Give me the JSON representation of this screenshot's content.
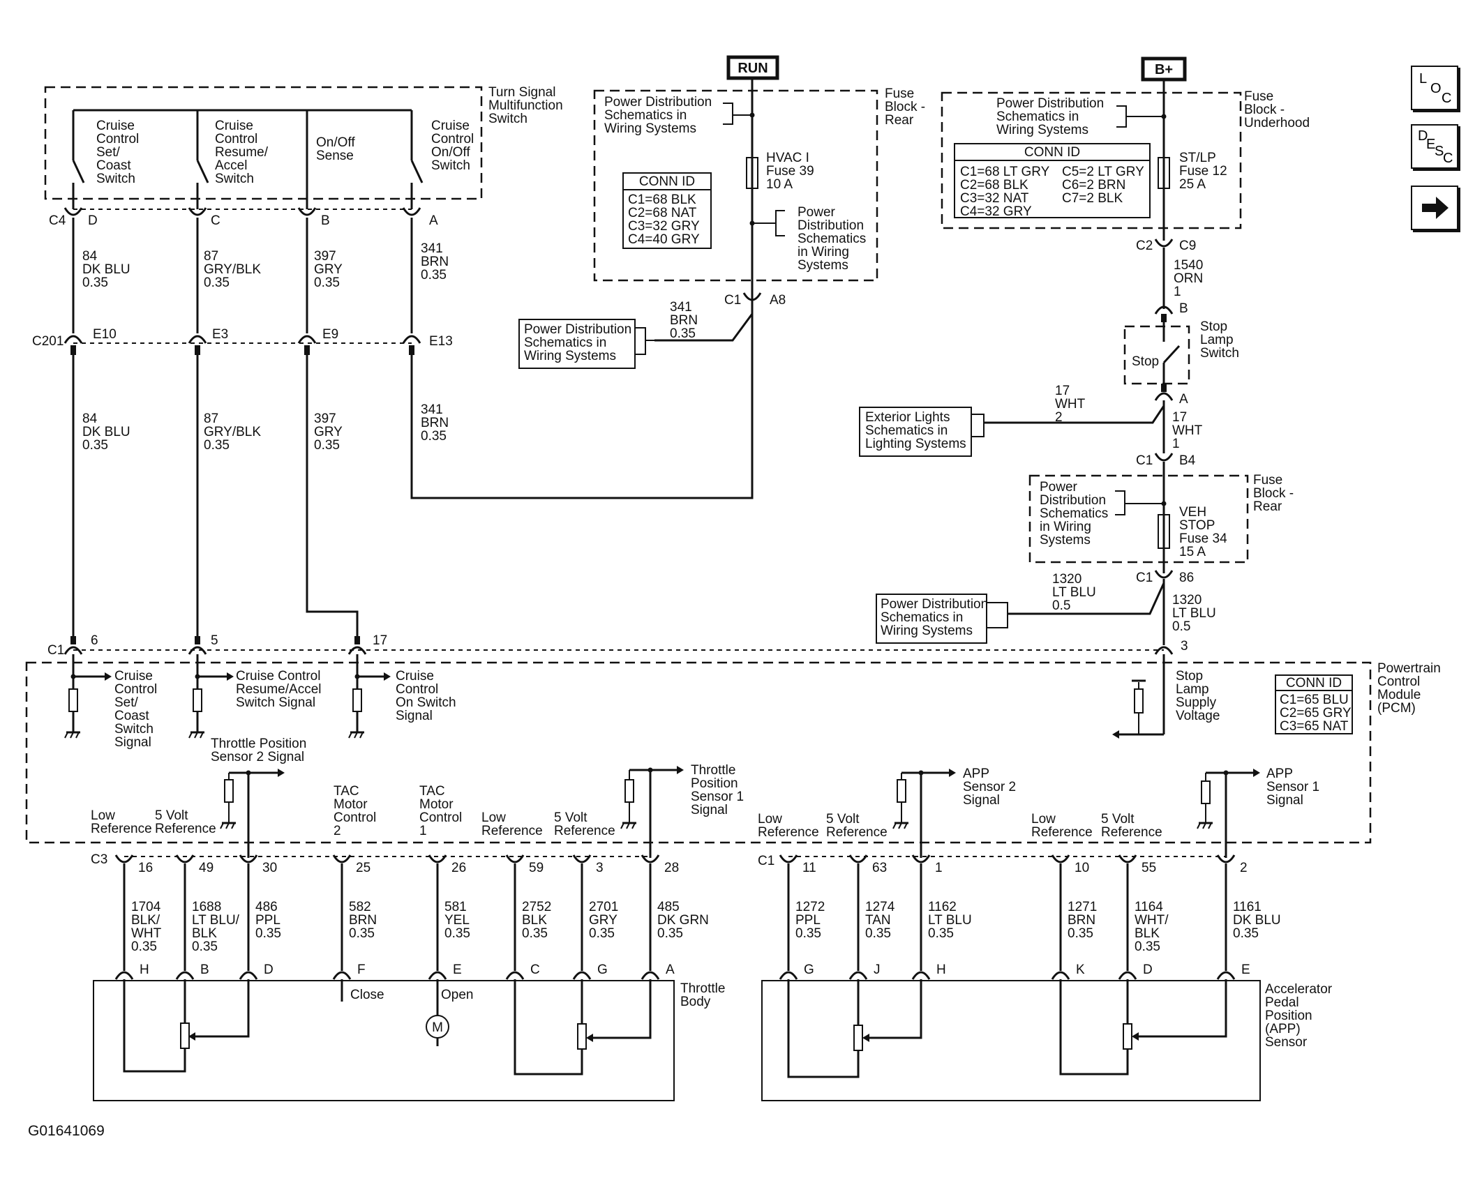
{
  "figure_id": "G01641069",
  "nav": {
    "loc": {
      "l1": "L",
      "l2": "O",
      "l3": "C"
    },
    "desc": {
      "l1": "D",
      "l2": "E",
      "l3": "S",
      "l4": "C"
    },
    "next_icon": "right-arrow-icon"
  },
  "power": {
    "run": "RUN",
    "bplus": "B+"
  },
  "turn_signal": {
    "title": [
      "Turn Signal",
      "Multifunction",
      "Switch"
    ],
    "switches": [
      [
        "Cruise",
        "Control",
        "Set/",
        "Coast",
        "Switch"
      ],
      [
        "Cruise",
        "Control",
        "Resume/",
        "Accel",
        "Switch"
      ],
      [
        "On/Off",
        "Sense"
      ],
      [
        "Cruise",
        "Control",
        "On/Off",
        "Switch"
      ]
    ]
  },
  "connectors": {
    "c4": "C4",
    "c4_pins": [
      "D",
      "C",
      "B",
      "A"
    ],
    "c201": "C201",
    "c201_pins": [
      "E10",
      "E3",
      "E9",
      "E13"
    ],
    "c1_pcm": "C1",
    "c1_pcm_pins": [
      "6",
      "5",
      "17",
      "3"
    ],
    "c3": "C3",
    "c3_pins": [
      "16",
      "49",
      "30",
      "25",
      "26",
      "59",
      "3",
      "28"
    ],
    "c1_app": "C1",
    "c1_app_pins": [
      "11",
      "63",
      "1",
      "10",
      "55",
      "2"
    ],
    "tb_pins": [
      "H",
      "B",
      "D",
      "F",
      "E",
      "C",
      "G",
      "A"
    ],
    "app_pins": [
      "G",
      "J",
      "H",
      "K",
      "D",
      "E"
    ],
    "c1_a8": "C1",
    "a8": "A8",
    "c2_c9": "C2",
    "c9": "C9",
    "stop_b": "B",
    "stop_a": "A",
    "c1_b4": "C1",
    "b4": "B4",
    "c1_86": "C1",
    "p86": "86"
  },
  "wires": {
    "upper": [
      [
        "84",
        "DK BLU",
        "0.35"
      ],
      [
        "87",
        "GRY/BLK",
        "0.35"
      ],
      [
        "397",
        "GRY",
        "0.35"
      ],
      [
        "341",
        "BRN",
        "0.35"
      ]
    ],
    "lower": [
      [
        "84",
        "DK BLU",
        "0.35"
      ],
      [
        "87",
        "GRY/BLK",
        "0.35"
      ],
      [
        "397",
        "GRY",
        "0.35"
      ],
      [
        "341",
        "BRN",
        "0.35"
      ]
    ],
    "run_feed": [
      "341",
      "BRN",
      "0.35"
    ],
    "stop_feed": [
      "1540",
      "ORN",
      "1"
    ],
    "stop_ext": [
      "17",
      "WHT",
      "2"
    ],
    "stop_out": [
      "17",
      "WHT",
      "1"
    ],
    "vehstop_ext": [
      "1320",
      "LT BLU",
      "0.5"
    ],
    "vehstop_out": [
      "1320",
      "LT BLU",
      "0.5"
    ],
    "tb": [
      [
        "1704",
        "BLK/",
        "WHT",
        "0.35"
      ],
      [
        "1688",
        "LT BLU/",
        "BLK",
        "0.35"
      ],
      [
        "486",
        "PPL",
        "0.35"
      ],
      [
        "582",
        "BRN",
        "0.35"
      ],
      [
        "581",
        "YEL",
        "0.35"
      ],
      [
        "2752",
        "BLK",
        "0.35"
      ],
      [
        "2701",
        "GRY",
        "0.35"
      ],
      [
        "485",
        "DK GRN",
        "0.35"
      ]
    ],
    "app": [
      [
        "1272",
        "PPL",
        "0.35"
      ],
      [
        "1274",
        "TAN",
        "0.35"
      ],
      [
        "1162",
        "LT BLU",
        "0.35"
      ],
      [
        "1271",
        "BRN",
        "0.35"
      ],
      [
        "1164",
        "WHT/",
        "BLK",
        "0.35"
      ],
      [
        "1161",
        "DK BLU",
        "0.35"
      ]
    ]
  },
  "fuse_rear": {
    "title": [
      "Fuse",
      "Block -",
      "Rear"
    ],
    "ref": [
      "Power Distribution",
      "Schematics in",
      "Wiring Systems"
    ],
    "fuse": [
      "HVAC I",
      "Fuse 39",
      "10 A"
    ],
    "ref2": [
      "Power",
      "Distribution",
      "Schematics",
      "in Wiring",
      "Systems"
    ],
    "conn_title": "CONN ID",
    "conn": [
      "C1=68 BLK",
      "C2=68 NAT",
      "C3=32 GRY",
      "C4=40 GRY"
    ]
  },
  "fuse_under": {
    "title": [
      "Fuse",
      "Block -",
      "Underhood"
    ],
    "ref": [
      "Power Distribution",
      "Schematics in",
      "Wiring Systems"
    ],
    "fuse": [
      "ST/LP",
      "Fuse 12",
      "25 A"
    ],
    "conn_title": "CONN ID",
    "conn_left": [
      "C1=68 LT GRY",
      "C2=68 BLK",
      "C3=32 NAT",
      "C4=32 GRY"
    ],
    "conn_right": [
      "C5=2 LT GRY",
      "C6=2 BRN",
      "C7=2 BLK"
    ]
  },
  "left_ref": [
    "Power Distribution",
    "Schematics in",
    "Wiring Systems"
  ],
  "stop_switch": {
    "label": "Stop",
    "title": [
      "Stop",
      "Lamp",
      "Switch"
    ]
  },
  "ext_ref": [
    "Exterior Lights",
    "Schematics in",
    "Lighting Systems"
  ],
  "fuse_rear2": {
    "title": [
      "Fuse",
      "Block -",
      "Rear"
    ],
    "ref": [
      "Power",
      "Distribution",
      "Schematics",
      "in Wiring",
      "Systems"
    ],
    "fuse": [
      "VEH",
      "STOP",
      "Fuse 34",
      "15 A"
    ]
  },
  "pd_ref3": [
    "Power Distribution",
    "Schematics in",
    "Wiring Systems"
  ],
  "pcm": {
    "title": [
      "Powertrain",
      "Control",
      "Module",
      "(PCM)"
    ],
    "conn_title": "CONN ID",
    "conn": [
      "C1=65 BLU",
      "C2=65 GRY",
      "C3=65 NAT"
    ],
    "signals": [
      [
        "Cruise",
        "Control",
        "Set/",
        "Coast",
        "Switch",
        "Signal"
      ],
      [
        "Cruise Control",
        "Resume/Accel",
        "Switch Signal"
      ],
      [
        "Cruise",
        "Control",
        "On Switch",
        "Signal"
      ],
      [
        "Stop",
        "Lamp",
        "Supply",
        "Voltage"
      ]
    ],
    "tps2": [
      "Throttle Position",
      "Sensor 2 Signal"
    ],
    "tps1": [
      "Throttle",
      "Position",
      "Sensor 1",
      "Signal"
    ],
    "app2": [
      "APP",
      "Sensor 2",
      "Signal"
    ],
    "app1": [
      "APP",
      "Sensor 1",
      "Signal"
    ],
    "low_ref": [
      "Low",
      "Reference"
    ],
    "five_v": [
      "5 Volt",
      "Reference"
    ],
    "five_v_inline": "5 Volt Reference",
    "tac2": [
      "TAC",
      "Motor",
      "Control",
      "2"
    ],
    "tac1": [
      "TAC",
      "Motor",
      "Control",
      "1"
    ]
  },
  "throttle_body": {
    "title": [
      "Throttle",
      "Body"
    ],
    "close": "Close",
    "open": "Open",
    "motor": "M"
  },
  "app_sensor": {
    "title": [
      "Accelerator",
      "Pedal",
      "Position",
      "(APP)",
      "Sensor"
    ]
  }
}
